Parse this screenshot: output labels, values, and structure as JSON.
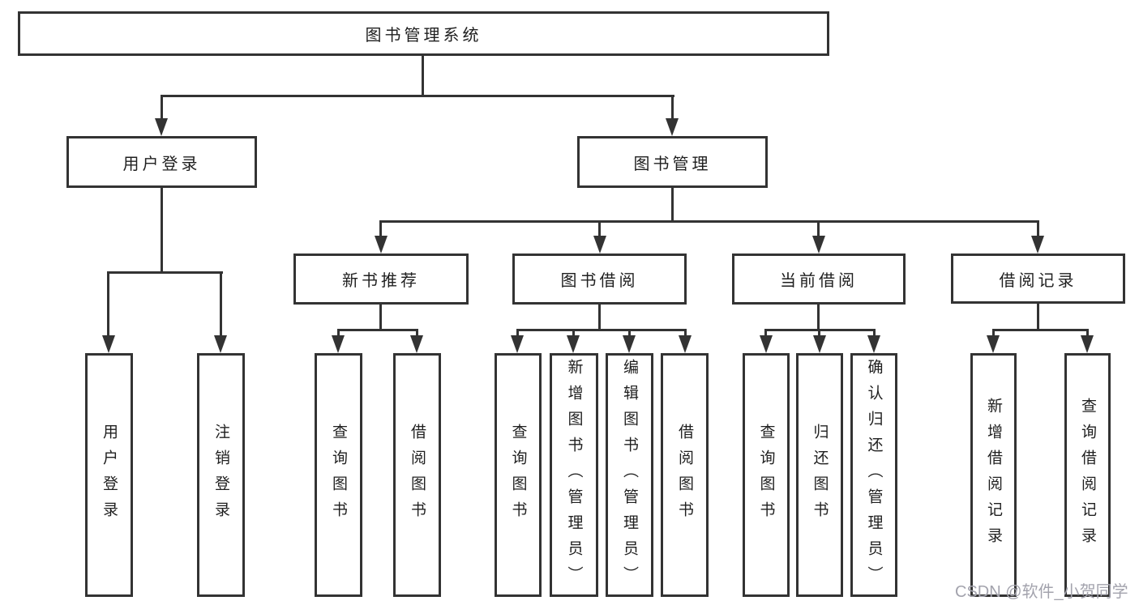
{
  "diagram_title": "图书管理系统",
  "watermark": "CSDN @软件_小贺同学",
  "colors": {
    "line": "#333333",
    "text": "#1f1f1f",
    "background": "#ffffff",
    "watermark": "#a3a3ad"
  },
  "tree": {
    "root": {
      "label": "图书管理系统",
      "children": [
        {
          "label": "用户登录",
          "children": [
            {
              "label": "用户登录"
            },
            {
              "label": "注销登录"
            }
          ]
        },
        {
          "label": "图书管理",
          "children": [
            {
              "label": "新书推荐",
              "children": [
                {
                  "label": "查询图书"
                },
                {
                  "label": "借阅图书"
                }
              ]
            },
            {
              "label": "图书借阅",
              "children": [
                {
                  "label": "查询图书"
                },
                {
                  "label": "新增图书（管理员）"
                },
                {
                  "label": "编辑图书（管理员）"
                },
                {
                  "label": "借阅图书"
                }
              ]
            },
            {
              "label": "当前借阅",
              "children": [
                {
                  "label": "查询图书"
                },
                {
                  "label": "归还图书"
                },
                {
                  "label": "确认归还（管理员）"
                }
              ]
            },
            {
              "label": "借阅记录",
              "children": [
                {
                  "label": "新增借阅记录"
                },
                {
                  "label": "查询借阅记录"
                }
              ]
            }
          ]
        }
      ]
    }
  }
}
